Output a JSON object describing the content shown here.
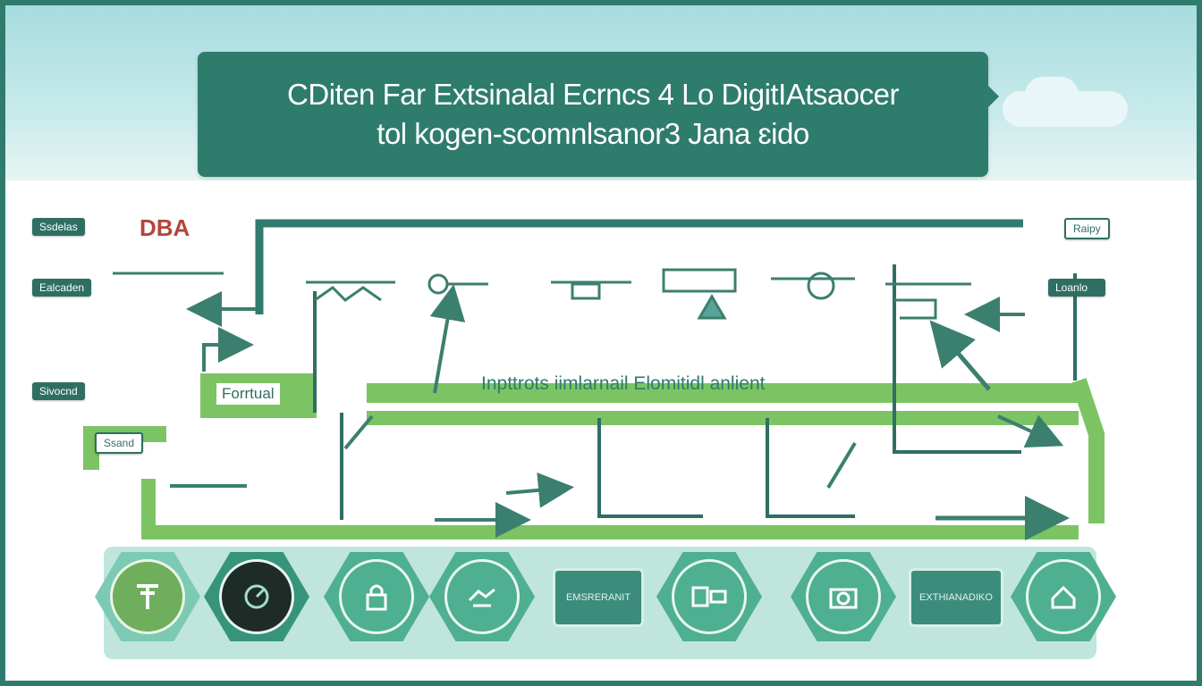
{
  "title": {
    "line1": "CDiten Far Extsinalal Ecrncs 4 Lo DigitIAtsaocer",
    "line2": "tol kogen-scomnlsanor3 Jana ɛido"
  },
  "center_label": "Inpttrots iimlarnail Elomitidl anlient",
  "stage_label": "Forrtual",
  "side_tags": [
    {
      "id": "left-1",
      "text": "Ssdelas"
    },
    {
      "id": "left-2",
      "text": "Ealcaden"
    },
    {
      "id": "left-3",
      "text": "Sivocnd"
    },
    {
      "id": "left-4",
      "text": "Ssand"
    },
    {
      "id": "left-brand",
      "text": "DBA"
    },
    {
      "id": "right-1",
      "text": "Raipy"
    },
    {
      "id": "right-2",
      "text": "Loanlo"
    }
  ],
  "bottom_pills": [
    {
      "id": "pill-1",
      "text": "EMSRERANIT"
    },
    {
      "id": "pill-2",
      "text": "EXTHIANADIKO"
    }
  ],
  "colors": {
    "frame": "#2f7b6e",
    "primary": "#2e7c6c",
    "accent_green": "#6fae5c",
    "teal": "#4faf91",
    "sky": "#a7dcdf"
  },
  "icons": [
    "tools-icon",
    "gauge-icon",
    "lock-icon",
    "handshake-icon",
    "network-icon",
    "camera-icon",
    "cloud-house-icon"
  ]
}
